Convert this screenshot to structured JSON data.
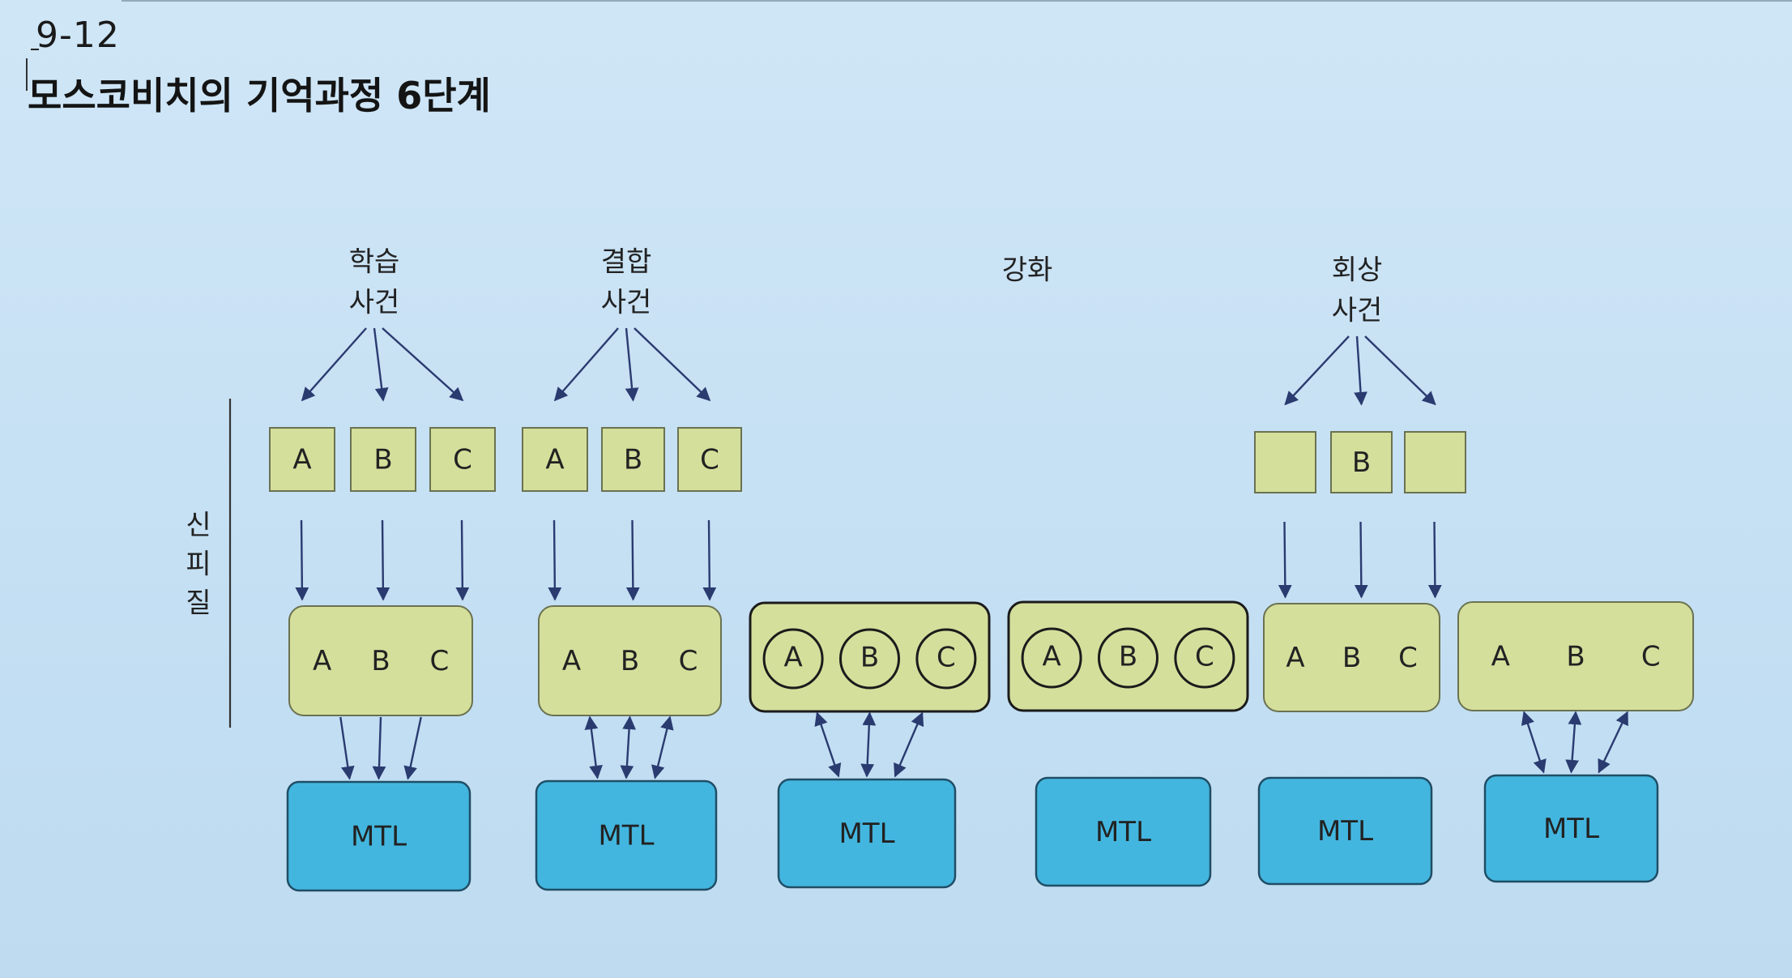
{
  "figure": {
    "number": "9-12",
    "title": "모스코비치의 기억과정 6단계"
  },
  "axis_label": [
    "신",
    "피",
    "질"
  ],
  "colors": {
    "box_fill": "#d5df9c",
    "box_stroke": "#6a7250",
    "mtl_fill": "#43b6df",
    "mtl_stroke": "#1f4e66",
    "arrow": "#2a3b70",
    "text": "#222222"
  },
  "stages": [
    {
      "event_label": [
        "학습",
        "사건"
      ],
      "units": [
        "A",
        "B",
        "C"
      ],
      "hub": "plain",
      "hub_labels": [
        "A",
        "B",
        "C"
      ],
      "link": "to_mtl",
      "mtl_label": "MTL"
    },
    {
      "event_label": [
        "결합",
        "사건"
      ],
      "units": [
        "A",
        "B",
        "C"
      ],
      "hub": "plain",
      "hub_labels": [
        "A",
        "B",
        "C"
      ],
      "link": "bidirectional",
      "mtl_label": "MTL"
    },
    {
      "event_label": [],
      "units": [],
      "hub": "circled",
      "hub_labels": [
        "A",
        "B",
        "C"
      ],
      "link": "bidirectional",
      "mtl_label": "MTL"
    },
    {
      "event_label": [
        "강화"
      ],
      "units": [],
      "hub": "circled",
      "hub_labels": [
        "A",
        "B",
        "C"
      ],
      "link": "none",
      "mtl_label": "MTL"
    },
    {
      "event_label": [
        "회상",
        "사건"
      ],
      "units": [
        "",
        "B",
        ""
      ],
      "hub": "plain",
      "hub_labels": [
        "A",
        "B",
        "C"
      ],
      "link": "none",
      "mtl_label": "MTL"
    },
    {
      "event_label": [],
      "units": [],
      "hub": "plain",
      "hub_labels": [
        "A",
        "B",
        "C"
      ],
      "link": "bidirectional",
      "mtl_label": "MTL"
    }
  ]
}
